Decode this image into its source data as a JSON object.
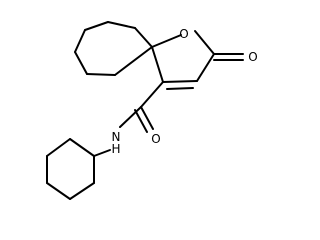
{
  "molecule": {
    "atoms": {
      "ring_oxygen": "O",
      "carbonyl_oxygen": "O",
      "amide_oxygen": "O",
      "amide_nitrogen": "N",
      "amide_hydrogen": "H"
    }
  }
}
